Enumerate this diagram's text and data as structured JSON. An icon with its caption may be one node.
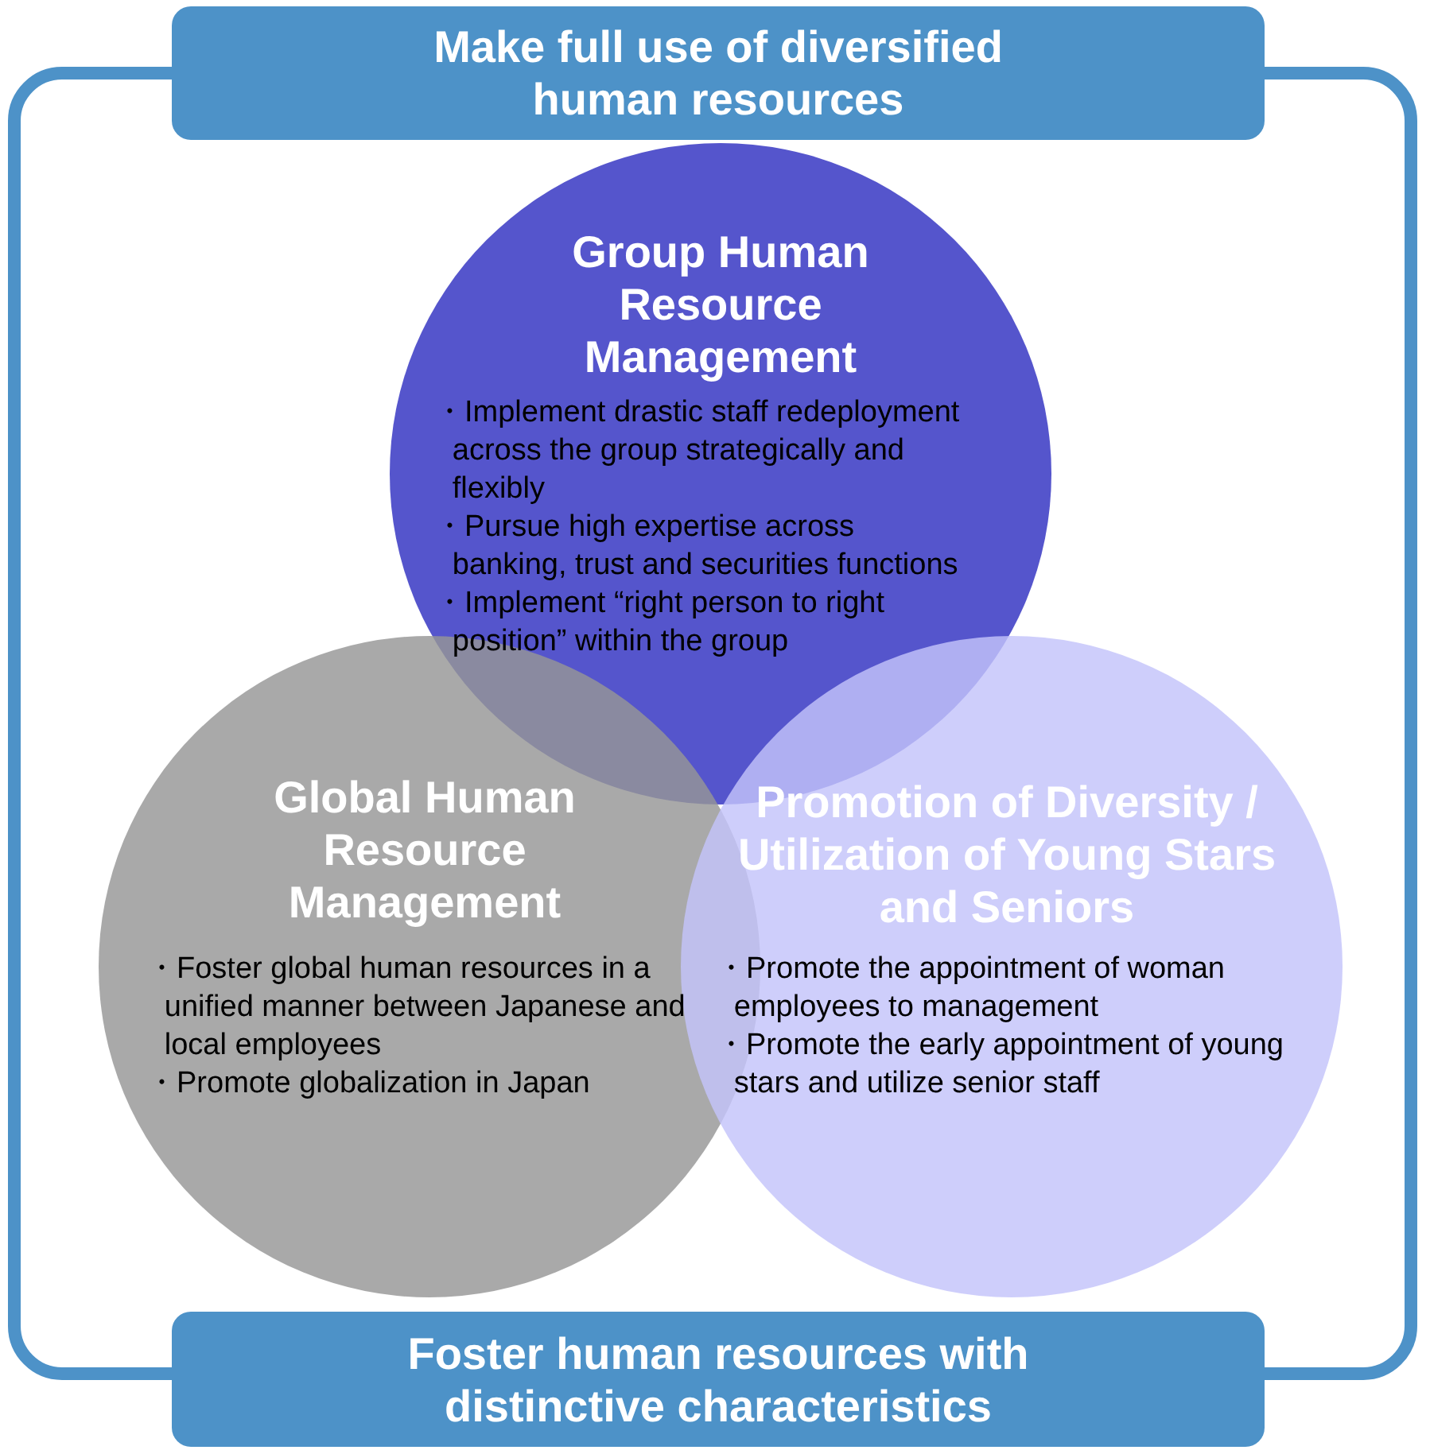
{
  "diagram": {
    "nodes": [
      {
        "text": [
          "Make full use of diversified human resources"
        ]
      },
      {
        "text": [
          "Group Human Resource Management",
          "・Implement drastic staff redeployment across the group strategically and flexibly",
          "・Pursue high expertise across banking, trust and securities functions",
          "・Implement “right person to right position” within the group"
        ]
      },
      {
        "text": [
          "Global Human Resource Management",
          "・Foster global human resources in a unified manner between Japanese and local employees",
          "・Promote globalization in Japan"
        ]
      },
      {
        "text": [
          "Promotion of Diversity / Utilization of Young Stars and Seniors",
          "・Promote the appointment of woman employees to management",
          "・Promote the early appointment of young stars and utilize senior staff"
        ]
      },
      {
        "text": [
          "Foster human resources with distinctive characteristics"
        ]
      }
    ],
    "edges": []
  }
}
